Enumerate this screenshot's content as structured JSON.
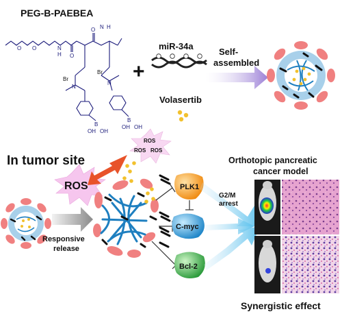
{
  "top": {
    "polymer_label": "PEG-B-PAEBEA",
    "plus_sign": "+",
    "mirna_label": "miR-34a",
    "drug_label": "Volasertib",
    "self_assembled_line1": "Self-",
    "self_assembled_line2": "assembled"
  },
  "chem": {
    "o1": "O",
    "o2": "O",
    "o3": "O",
    "o4": "O",
    "nh1": "N",
    "h1": "H",
    "nh2": "N",
    "h2": "H",
    "br1": "Br",
    "br2": "Br",
    "n1": "N",
    "n2": "N",
    "b1": "B",
    "b2": "B",
    "oh1": "OH",
    "oh2": "OH",
    "oh3": "OH",
    "oh4": "OH"
  },
  "bottom": {
    "tumor_site": "In tumor site",
    "ros_center": "ROS",
    "ros_small": [
      "ROS",
      "ROS",
      "ROS"
    ],
    "release_line1": "Responsive",
    "release_line2": "release",
    "targets": [
      "PLK1",
      "C-myc",
      "Bcl-2"
    ],
    "arrest_line1": "G2/M",
    "arrest_line2": "arrest",
    "model_line1": "Orthotopic pancreatic",
    "model_line2": "cancer model",
    "synergy": "Synergistic effect"
  },
  "colors": {
    "blue_chem": "#1a1a7a",
    "micelle_core": "#1e7fc0",
    "micelle_shell": "#a8d0ea",
    "peg_petal": "#f08080",
    "drug_dot": "#f2c12e",
    "ros_star": "#f6c6ee",
    "red_arrow": "#e8532a",
    "plk1": "#f5a623",
    "cmyc": "#2f9fd8",
    "bcl2": "#3cb44b",
    "he_stain": "#d97fb8"
  }
}
